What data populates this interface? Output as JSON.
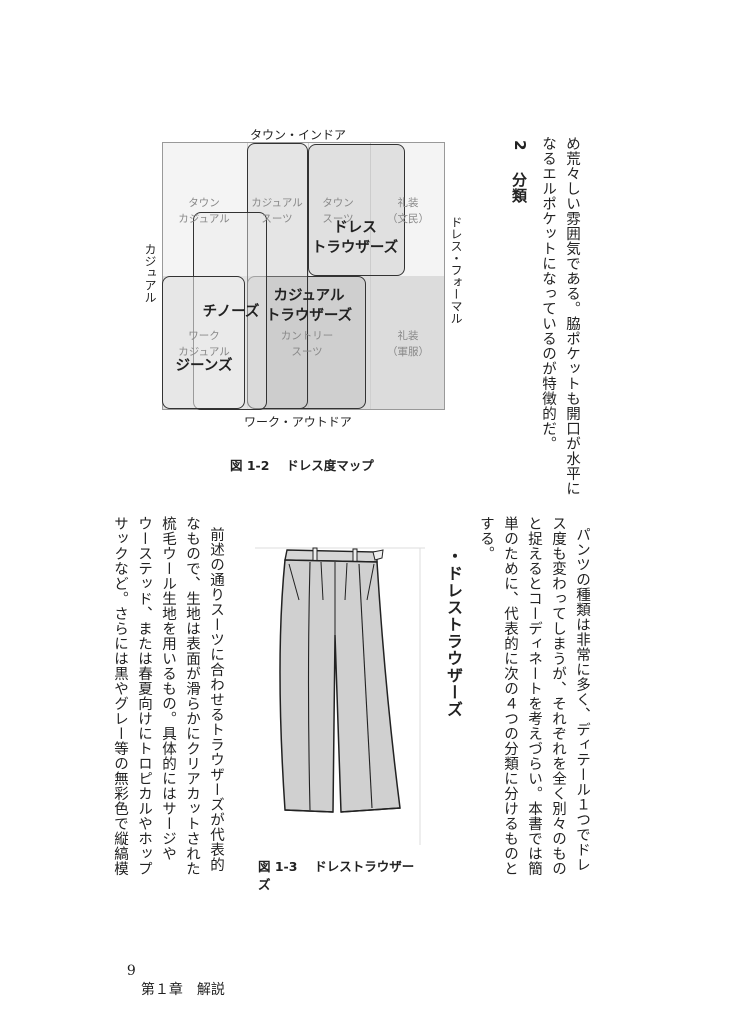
{
  "page": {
    "page_number": "9",
    "chapter": "第１章　解説"
  },
  "top_text": {
    "col1": "め荒々しい雰囲気である。脇ポケットも開口が水平に",
    "col2": "なるエルポケットになっているのが特徴的だ。"
  },
  "section": {
    "number": "2",
    "title": "分類"
  },
  "intro": {
    "col1": "パンツの種類は非常に多く、ディテール１つでドレ",
    "col2": "ス度も変わってしまうが、それぞれを全く別々のもの",
    "col3": "と捉えるとコーディネートを考えづらい。本書では簡",
    "col4": "単のために、代表的に次の４つの分類に分けるものと",
    "col5": "する。"
  },
  "subheading": "・ドレストラウザーズ",
  "body": {
    "col1": "前述の通りスーツに合わせるトラウザーズが代表的",
    "col2": "なもので、生地は表面が滑らかにクリアカットされた",
    "col3": "梳毛ウール生地を用いるもの。具体的にはサージや",
    "col4": "ウーステッド、または春夏向けにトロピカルやホップ",
    "col5": "サックなど。さらには黒やグレー等の無彩色で縦縞模"
  },
  "figure_1_2": {
    "caption": "図 1-2　 ドレス度マップ",
    "axis_top": "タウン・インドア",
    "axis_bottom": "ワーク・アウトドア",
    "axis_left": "カジュアル",
    "axis_right": "ドレス・フォーマル",
    "zones": {
      "town_casual": "タウン\nカジュアル",
      "casual_suits": "カジュアル\nスーツ",
      "town_suits": "タウン\nスーツ",
      "formal_civil": "礼装\n（文民）",
      "work_casual": "ワーク\nカジュアル",
      "country_suits": "カントリー\nスーツ",
      "formal_military": "礼装\n（軍服）"
    },
    "categories": {
      "dress_trousers": "ドレス\nトラウザーズ",
      "casual_trousers": "カジュアル\nトラウザーズ",
      "chinos": "チノーズ",
      "jeans": "ジーンズ"
    }
  },
  "figure_1_3": {
    "caption": "図 1-3　 ドレストラウザー",
    "caption_cont": "ズ"
  }
}
